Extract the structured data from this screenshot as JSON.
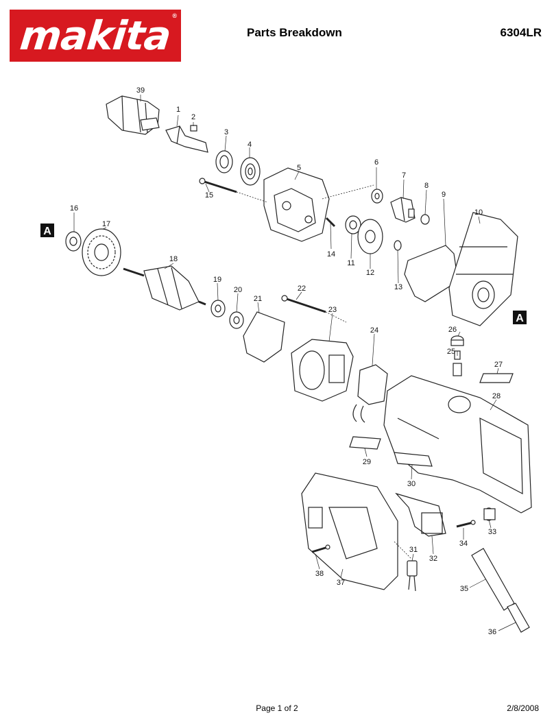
{
  "brand": "makita",
  "brand_mark": "®",
  "header": {
    "title": "Parts Breakdown",
    "model": "6304LR"
  },
  "footer": {
    "page": "Page 1 of 2",
    "date": "2/8/2008"
  },
  "reference_markers": [
    "A",
    "A"
  ],
  "part_labels": [
    "1",
    "2",
    "3",
    "4",
    "5",
    "6",
    "7",
    "8",
    "9",
    "10",
    "11",
    "12",
    "13",
    "14",
    "15",
    "16",
    "17",
    "18",
    "19",
    "20",
    "21",
    "22",
    "23",
    "24",
    "25",
    "26",
    "27",
    "28",
    "29",
    "30",
    "31",
    "32",
    "33",
    "34",
    "35",
    "36",
    "37",
    "38",
    "39"
  ],
  "colors": {
    "brand_red": "#d71920",
    "line": "#222222"
  }
}
